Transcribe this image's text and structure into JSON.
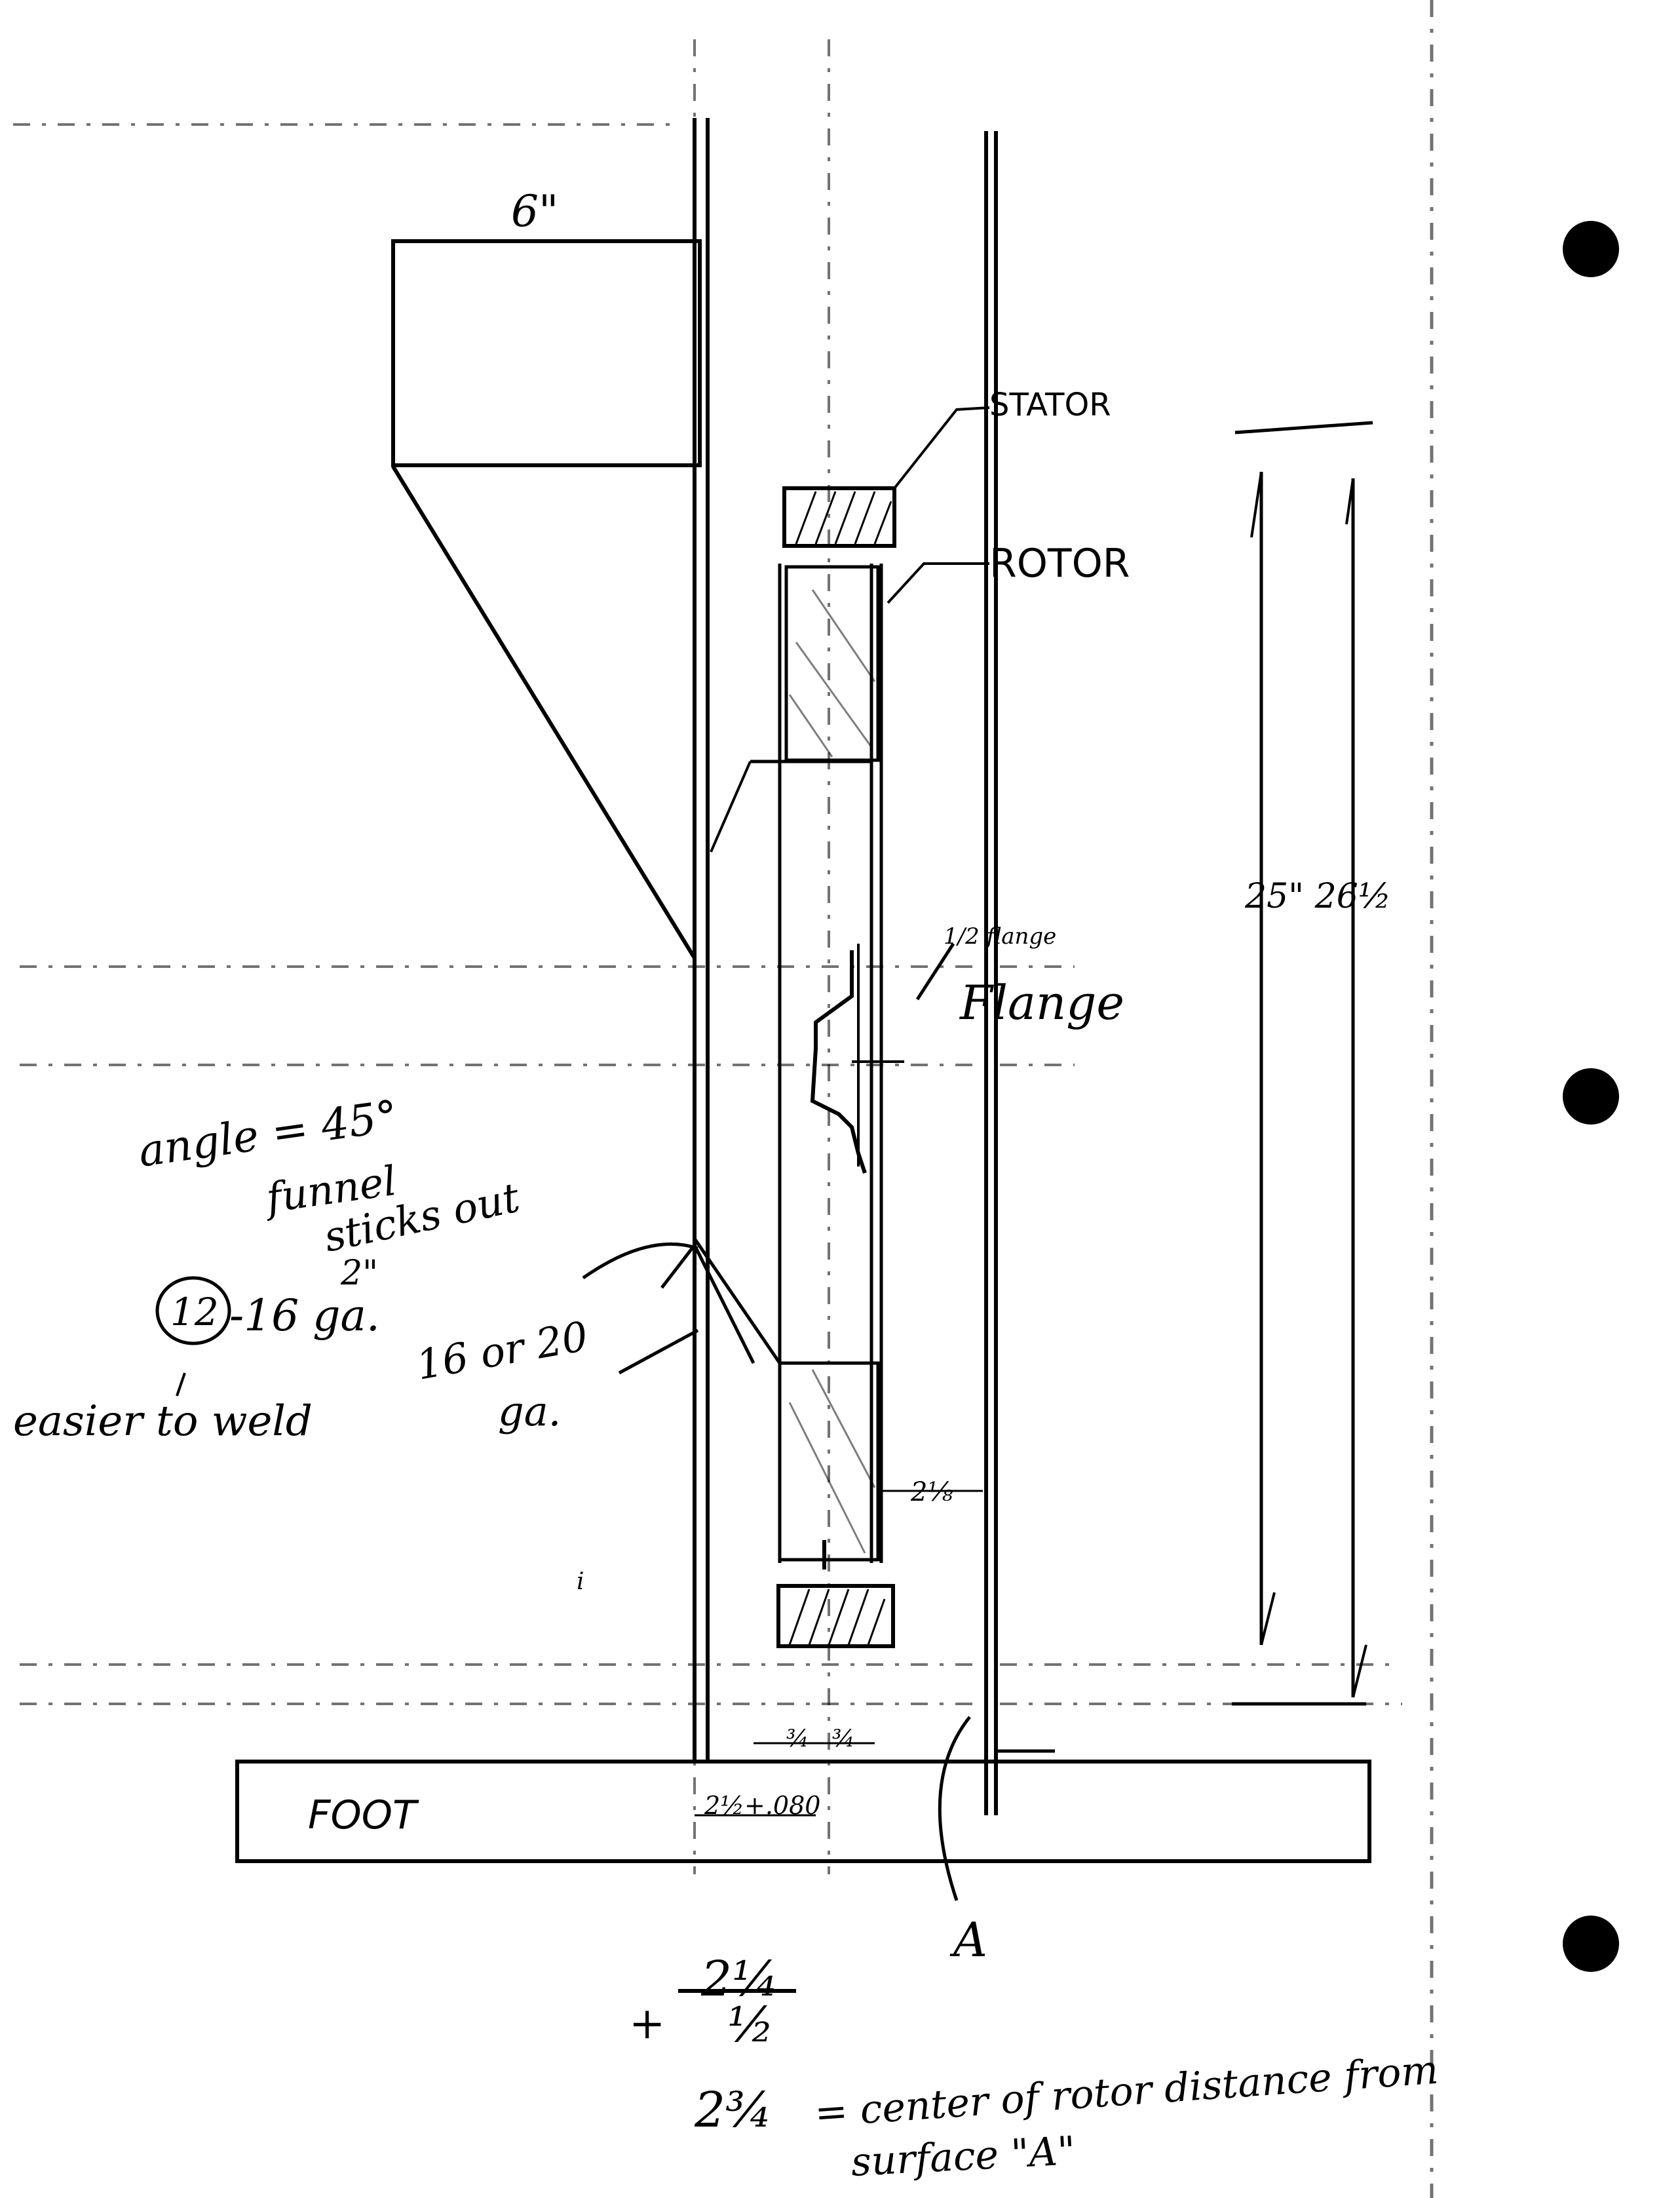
{
  "labels": {
    "stator": "STATOR",
    "rotor": "ROTOR",
    "top_dim": "6\"",
    "height_dims": "25\" 26½",
    "flange_small": "1/2 flange",
    "flange": "Flange",
    "angle_note_1": "angle = 45°",
    "angle_note_2": "funnel",
    "angle_note_3": "sticks out",
    "angle_note_4": "2\"",
    "gauge_circled": "12",
    "gauge_rest": "-16 ga.",
    "easier_weld": "easier to weld",
    "gauge_16_20_a": "16 or 20",
    "gauge_16_20_b": "ga.",
    "gap_dim": "2⅛",
    "three_quarter_a": "¾",
    "three_quarter_b": "¾",
    "foot": "FOOT",
    "foot_dim": "2½+.080",
    "surface_marker": "A",
    "calc_top": "2¼",
    "calc_plus": "+",
    "calc_half": "½",
    "calc_result": "2¾",
    "calc_note": "= center of rotor distance from",
    "calc_note_2": "surface \"A\"",
    "small_mark": "i"
  },
  "colors": {
    "ink": "#000000",
    "paper": "#ffffff"
  }
}
